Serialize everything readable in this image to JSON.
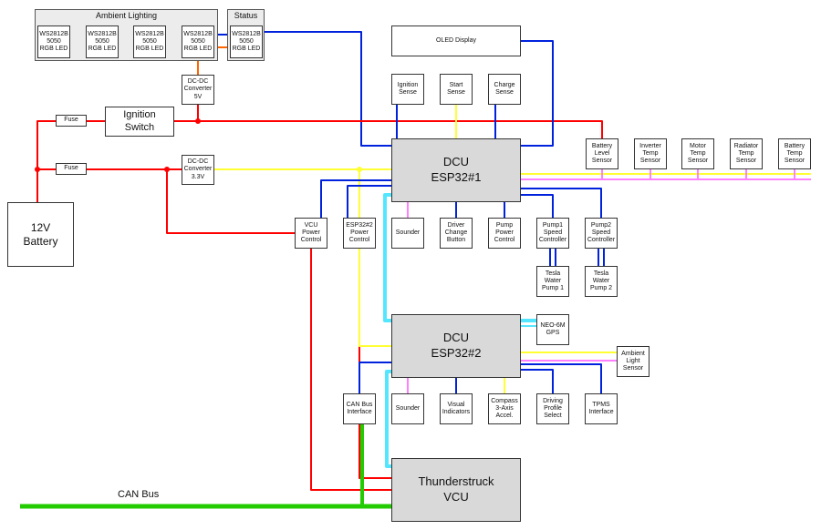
{
  "groups": {
    "ambient": "Ambient Lighting",
    "status": "Status"
  },
  "led": [
    "WS2812B\n5050\nRGB LED",
    "WS2812B\n5050\nRGB LED",
    "WS2812B\n5050\nRGB LED",
    "WS2812B\n5050\nRGB LED",
    "WS2812B\n5050\nRGB LED"
  ],
  "power": {
    "dcdc5v": "DC-DC\nConverter\n5V",
    "dcdc33v": "DC-DC\nConverter\n3.3V",
    "fuse1": "Fuse",
    "fuse2": "Fuse",
    "ignition": "Ignition\nSwitch",
    "battery": "12V\nBattery"
  },
  "oled": "OLED Display",
  "inputs": {
    "ignition_sense": "Ignition\nSense",
    "start_sense": "Start\nSense",
    "charge_sense": "Charge\nSense"
  },
  "dcu1": "DCU\nESP32#1",
  "dcu2": "DCU\nESP32#2",
  "vcu": "Thunderstruck\nVCU",
  "sensors": [
    "Battery\nLevel\nSensor",
    "Inverter\nTemp\nSensor",
    "Motor\nTemp\nSensor",
    "Radiator\nTemp\nSensor",
    "Battery\nTemp\nSensor"
  ],
  "dcu1_outputs": [
    "VCU\nPower\nControl",
    "ESP32#2\nPower\nControl",
    "Sounder",
    "Driver\nChange\nButton",
    "Pump\nPower\nControl",
    "Pump1\nSpeed\nController",
    "Pump2\nSpeed\nController"
  ],
  "pumps": [
    "Tesla\nWater\nPump 1",
    "Tesla\nWater\nPump 2"
  ],
  "gps": "NEO-6M\nGPS",
  "ambient_sensor": "Ambient\nLight\nSensor",
  "dcu2_outputs": [
    "CAN Bus\nInterface",
    "Sounder",
    "Visual\nIndicators",
    "Compass\n3-Axis\nAccel.",
    "Driving\nProfile\nSelect",
    "TPMS\nInterface"
  ],
  "can_bus": "CAN Bus",
  "colors": {
    "power_12v": "#ff0000",
    "power_3v3": "#ffff33",
    "power_5v": "#ff6600",
    "signal": "#0022dd",
    "i2c": "#ff80ff",
    "serial": "#55e6ff",
    "can": "#22cc00"
  }
}
